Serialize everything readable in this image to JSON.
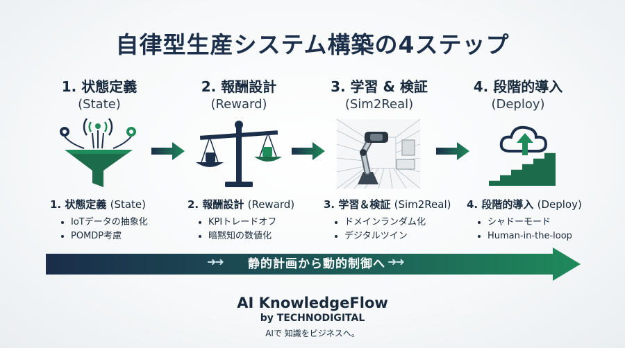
{
  "title": "自律型生産システム構築の4ステップ",
  "steps": [
    {
      "head": "1. 状態定義",
      "head_sub": "(State)",
      "detail_title": "1. 状態定義",
      "detail_paren": "(State)",
      "bullets": [
        "IoTデータの抽象化",
        "POMDP考慮"
      ],
      "icon": "funnel-sensor-icon"
    },
    {
      "head": "2. 報酬設計",
      "head_sub": "(Reward)",
      "detail_title": "2. 報酬設計",
      "detail_paren": "(Reward)",
      "bullets": [
        "KPIトレードオフ",
        "暗黙知の数値化"
      ],
      "icon": "balance-scale-icon"
    },
    {
      "head": "3. 学習 & 検証",
      "head_sub": "(Sim2Real)",
      "detail_title": "3. 学習＆検証",
      "detail_paren": "(Sim2Real)",
      "bullets": [
        "ドメインランダム化",
        "デジタルツイン"
      ],
      "icon": "robot-arm-vr-icon"
    },
    {
      "head": "4. 段階的導入",
      "head_sub": "(Deploy)",
      "detail_title": "4. 段階的導入",
      "detail_paren": "(Deploy)",
      "bullets": [
        "シャドーモード",
        "Human-in-the-loop"
      ],
      "icon": "cloud-stairs-icon"
    }
  ],
  "banner": {
    "text": "静的計画から動的制御へ",
    "chevrons": "➜➜"
  },
  "brand": {
    "name": "AI KnowledgeFlow",
    "by": "by TECHNODIGITAL",
    "tagline": "AIで 知識をビジネスへ。"
  },
  "colors": {
    "navy": "#1c2f4a",
    "green": "#1f8a5a",
    "dark_green": "#1c6b4a"
  }
}
